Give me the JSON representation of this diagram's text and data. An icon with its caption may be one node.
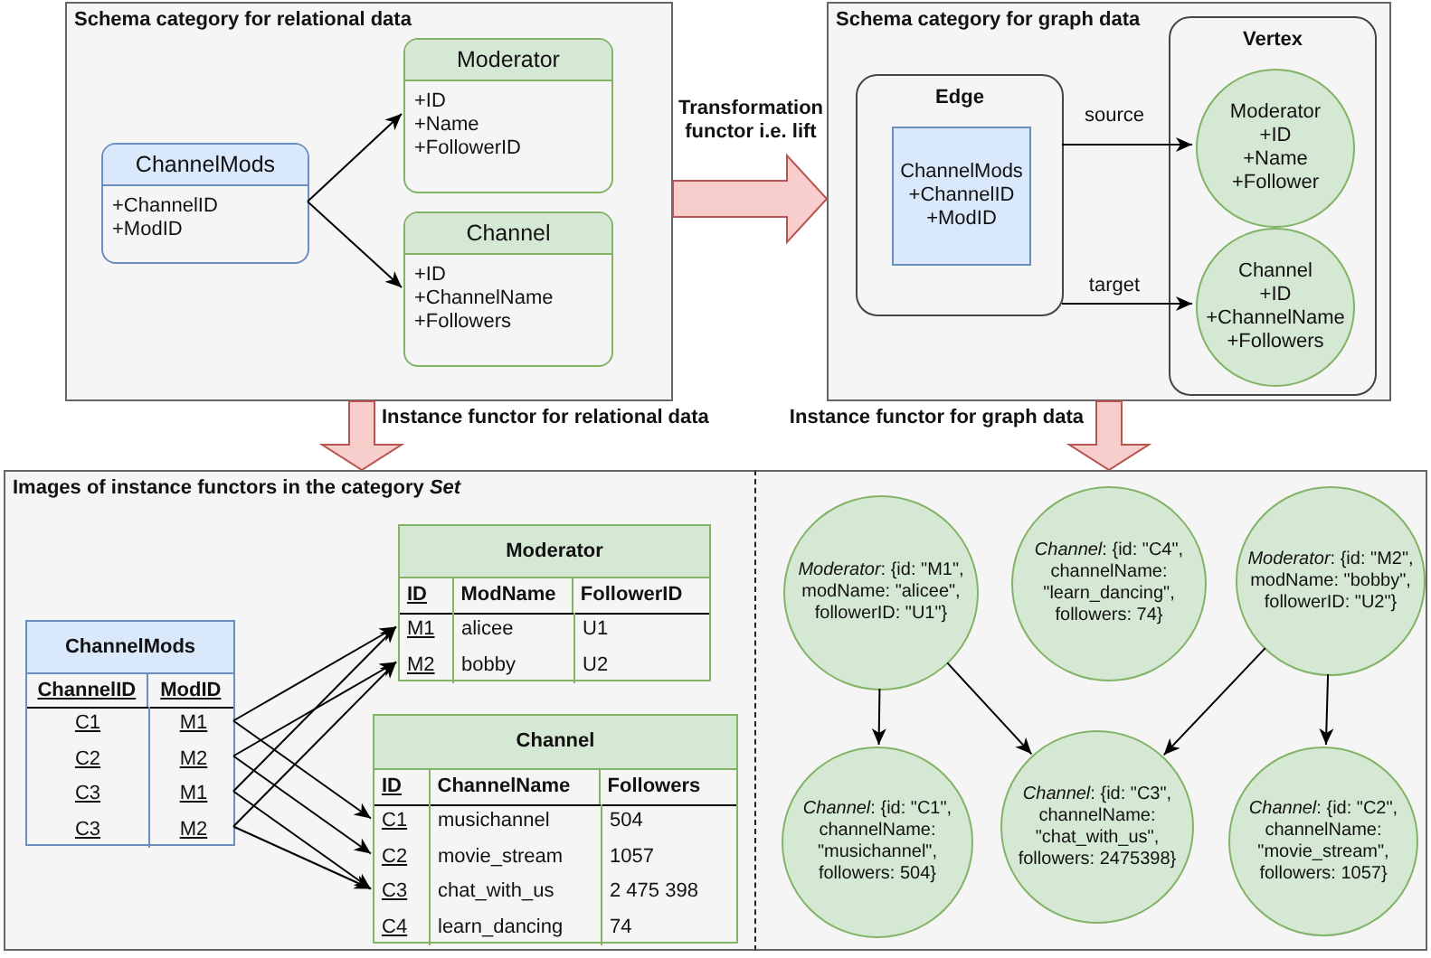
{
  "diagram": {
    "nodes": [
      {
        "text": [
          "Schema category for relational data"
        ]
      },
      {
        "text": [
          "ChannelMods",
          "+ChannelID +ModID"
        ],
        "in": 0
      },
      {
        "text": [
          "Moderator",
          "+ID +Name +FollowerID"
        ],
        "in": 0
      },
      {
        "text": [
          "Channel",
          "+ID +ChannelName +Followers"
        ],
        "in": 0
      },
      {
        "text": [
          "Schema category for graph data"
        ]
      },
      {
        "text": [
          "Edge"
        ],
        "in": 4
      },
      {
        "text": [
          "ChannelMods +ChannelID +ModID"
        ],
        "in": 5
      },
      {
        "text": [
          "Vertex"
        ],
        "in": 4
      },
      {
        "text": [
          "Moderator +ID +Name +Follower"
        ],
        "in": 7
      },
      {
        "text": [
          "Channel +ID +ChannelName +Followers"
        ],
        "in": 7
      },
      {
        "text": [
          "Images of instance functors in the category *Set*"
        ]
      },
      {
        "text": [
          "ChannelMods",
          "ChannelID",
          "ModID"
        ],
        "in": 10
      },
      {
        "text": [
          "C1",
          "M1"
        ],
        "in": 11
      },
      {
        "text": [
          "C2",
          "M2"
        ],
        "in": 11
      },
      {
        "text": [
          "C3",
          "M1"
        ],
        "in": 11
      },
      {
        "text": [
          "C3",
          "M2"
        ],
        "in": 11
      },
      {
        "text": [
          "Moderator",
          "ID",
          "ModName",
          "FollowerID"
        ],
        "in": 10
      },
      {
        "text": [
          "M1",
          "alicee",
          "U1"
        ],
        "in": 16
      },
      {
        "text": [
          "M2",
          "bobby",
          "U2"
        ],
        "in": 16
      },
      {
        "text": [
          "Channel",
          "ID",
          "ChannelName",
          "Followers"
        ],
        "in": 10
      },
      {
        "text": [
          "C1",
          "musichannel",
          "504"
        ],
        "in": 19
      },
      {
        "text": [
          "C2",
          "movie_stream",
          "1057"
        ],
        "in": 19
      },
      {
        "text": [
          "C3",
          "chat_with_us",
          "2 475 398"
        ],
        "in": 19
      },
      {
        "text": [
          "C4",
          "learn_dancing",
          "74"
        ],
        "in": 19
      },
      {
        "text": [],
        "shape": "box"
      },
      {
        "text": [
          "*Moderator*: {id: \"M1\", modName: \"alicee\", followerID: \"U1\"}"
        ],
        "in": 24
      },
      {
        "text": [
          "*Channel*: {id: \"C4\", channelName: \"learn_dancing\", followers: 74}"
        ],
        "in": 24
      },
      {
        "text": [
          "*Moderator*: {id: \"M2\", modName: \"bobby\", followerID: \"U2\"}"
        ],
        "in": 24
      },
      {
        "text": [
          "*Channel*: {id: \"C1\", channelName: \"musichannel\", followers: 504}"
        ],
        "in": 24
      },
      {
        "text": [
          "*Channel*: {id: \"C3\", channelName: \"chat_with_us\", followers: 2475398}"
        ],
        "in": 24
      },
      {
        "text": [
          "*Channel*: {id: \"C2\", channelName: \"movie_stream\", followers: 1057}"
        ],
        "in": 24
      }
    ],
    "edges": [
      {
        "from": 1,
        "to": 2,
        "arrow": "to"
      },
      {
        "from": 1,
        "to": 3,
        "arrow": "to"
      },
      {
        "from": 5,
        "to": 8,
        "arrow": "to",
        "label": "source"
      },
      {
        "from": 5,
        "to": 9,
        "arrow": "to",
        "label": "target"
      },
      {
        "from": 0,
        "to": 4,
        "arrow": "to",
        "label": "Transformation functor i.e. lift",
        "style": "thick",
        "color": "#f8cecc"
      },
      {
        "from": 0,
        "to": 10,
        "arrow": "to",
        "label": "Instance functor for relational data",
        "style": "thick",
        "color": "#f8cecc"
      },
      {
        "from": 4,
        "to": 24,
        "arrow": "to",
        "label": "Instance functor for graph data",
        "style": "thick",
        "color": "#f8cecc"
      },
      {
        "from": 12,
        "to": 17,
        "arrow": "to"
      },
      {
        "from": 12,
        "to": 20,
        "arrow": "to"
      },
      {
        "from": 13,
        "to": 18,
        "arrow": "to"
      },
      {
        "from": 13,
        "to": 21,
        "arrow": "to"
      },
      {
        "from": 14,
        "to": 17,
        "arrow": "to"
      },
      {
        "from": 14,
        "to": 22,
        "arrow": "to"
      },
      {
        "from": 15,
        "to": 18,
        "arrow": "to"
      },
      {
        "from": 15,
        "to": 22,
        "arrow": "to"
      },
      {
        "from": 25,
        "to": 28,
        "arrow": "to"
      },
      {
        "from": 25,
        "to": 29,
        "arrow": "to"
      },
      {
        "from": 27,
        "to": 29,
        "arrow": "to"
      },
      {
        "from": 27,
        "to": 30,
        "arrow": "to"
      }
    ]
  }
}
